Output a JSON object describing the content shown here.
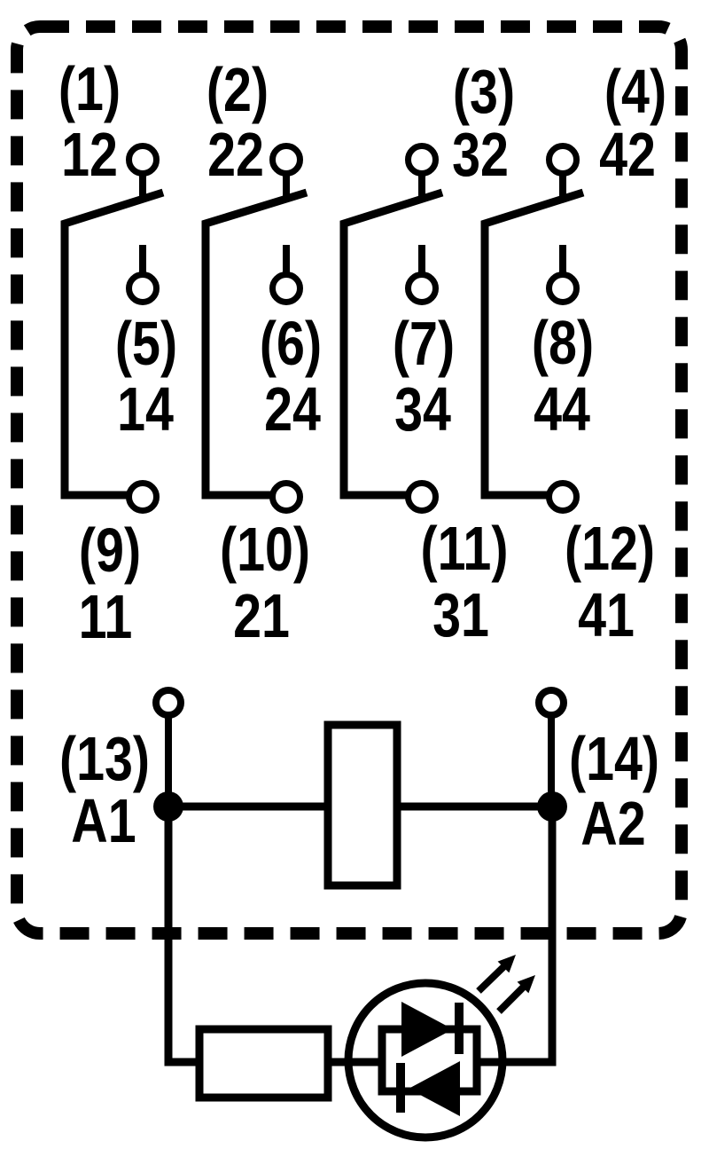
{
  "colors": {
    "line": "#000000",
    "background": "#ffffff"
  },
  "poles": [
    {
      "top_pin": "(1)",
      "top_terminal": "12",
      "no_pin": "(5)",
      "no_terminal": "14",
      "common_pin": "(9)",
      "common_terminal": "11"
    },
    {
      "top_pin": "(2)",
      "top_terminal": "22",
      "no_pin": "(6)",
      "no_terminal": "24",
      "common_pin": "(10)",
      "common_terminal": "21"
    },
    {
      "top_pin": "(3)",
      "top_terminal": "32",
      "no_pin": "(7)",
      "no_terminal": "34",
      "common_pin": "(11)",
      "common_terminal": "31"
    },
    {
      "top_pin": "(4)",
      "top_terminal": "42",
      "no_pin": "(8)",
      "no_terminal": "44",
      "common_pin": "(12)",
      "common_terminal": "41"
    }
  ],
  "coil": {
    "a1_pin": "(13)",
    "a1_terminal": "A1",
    "a2_pin": "(14)",
    "a2_terminal": "A2"
  },
  "icons": {
    "outline": "relay-module-dashed-outline",
    "coil": "coil-symbol",
    "resistor": "resistor-symbol",
    "led": "led-indicator",
    "emission": "light-emission-arrows"
  }
}
